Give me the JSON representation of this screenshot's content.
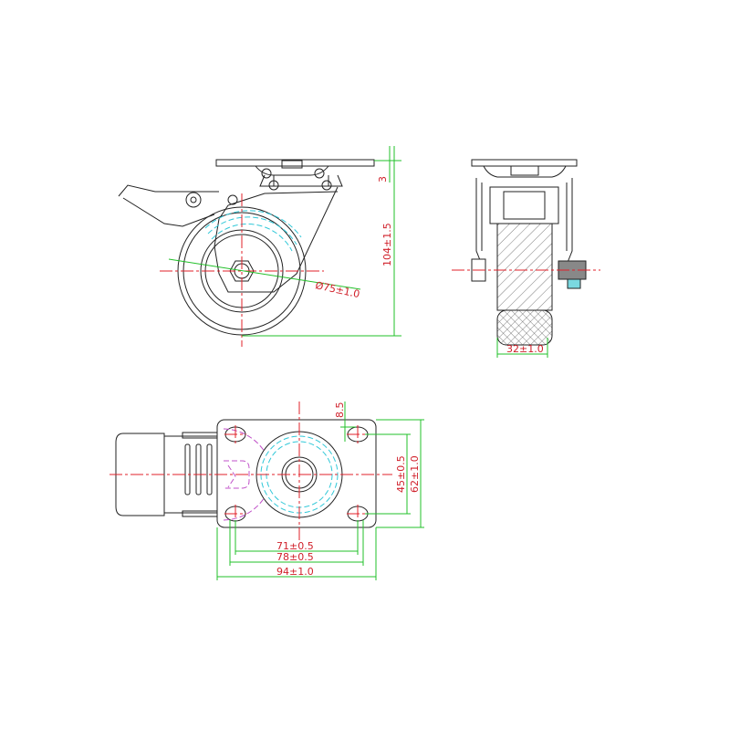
{
  "dimensions": {
    "plate_thickness": "3",
    "overall_height": "104±1.5",
    "wheel_diameter": "Ø75±1.0",
    "wheel_width": "32±1.0",
    "hole_offset": "8.5",
    "hole_spacing_short": "45±0.5",
    "plate_width": "62±1.0",
    "hole_spacing_inner": "71±0.5",
    "hole_spacing_outer": "78±0.5",
    "plate_length": "94±1.0"
  },
  "colors": {
    "outline": "#222222",
    "centerline": "#e0202a",
    "dimension": "#22c02a",
    "hidden_cyan": "#30c8d8",
    "hidden_magenta": "#c050c8"
  }
}
